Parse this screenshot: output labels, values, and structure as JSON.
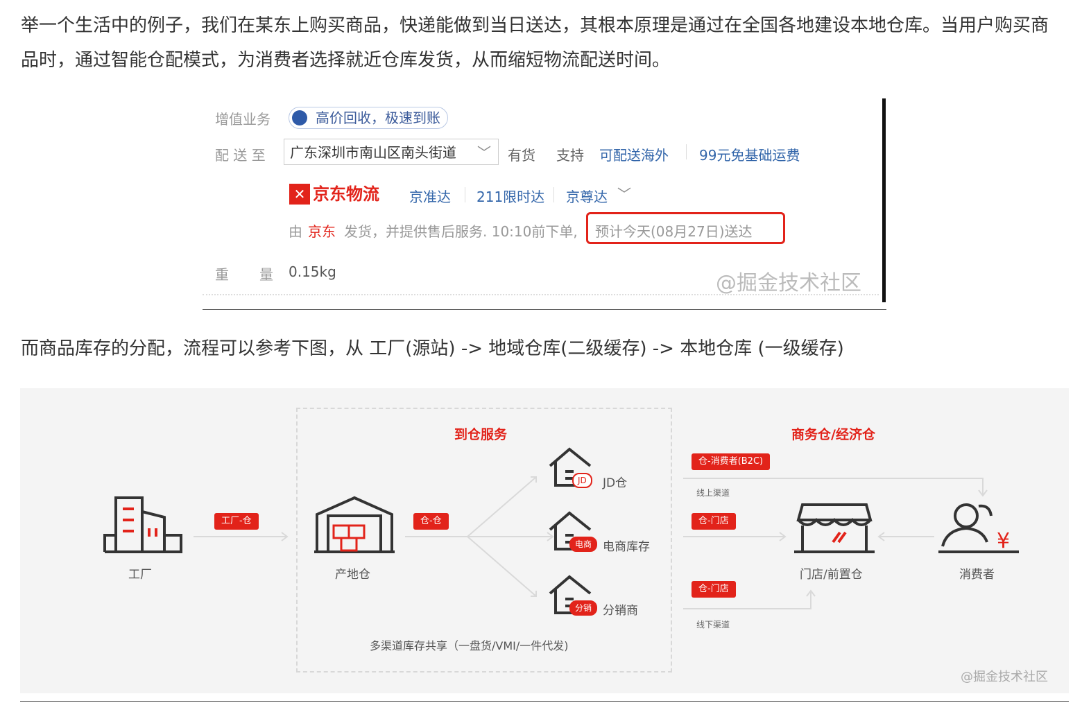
{
  "paragraphs": {
    "p1": "举一个生活中的例子，我们在某东上购买商品，快递能做到当日送达，其根本原理是通过在全国各地建设本地仓库。当用户购买商品时，通过智能仓配模式，为消费者选择就近仓库发货，从而缩短物流配送时间。",
    "p2": "而商品库存的分配，流程可以参考下图，从 工厂(源站) -> 地域仓库(二级缓存) -> 本地仓库 (一级缓存)"
  },
  "jd_panel": {
    "value_added_label": "增值业务",
    "value_added_pill": "高价回收，极速到账",
    "deliver_to_label": "配 送 至",
    "address": "广东深圳市南山区南头街道",
    "stock": "有货",
    "support_label": "支持",
    "overseas": "可配送海外",
    "free_shipping": "99元免基础运费",
    "logistics_brand": "京东物流",
    "services": [
      "京准达",
      "211限时达",
      "京尊达"
    ],
    "ship_from_prefix": "由",
    "ship_from_seller": "京东",
    "ship_from_text": "发货，并提供售后服务. 10:10前下单,",
    "estimate": "预计今天(08月27日)送达",
    "weight_label_1": "重",
    "weight_label_2": "量",
    "weight_value": "0.15kg",
    "watermark": "@掘金技术社区"
  },
  "diagram": {
    "section_warehouse_service": "到仓服务",
    "section_business_warehouse": "商务仓/经济仓",
    "factory_label": "工厂",
    "origin_warehouse_label": "产地仓",
    "tag_factory_to_warehouse": "工厂-仓",
    "tag_warehouse_to_warehouse": "仓-仓",
    "branches": [
      {
        "badge": "JD",
        "label": "JD仓"
      },
      {
        "badge": "电商",
        "label": "电商库存"
      },
      {
        "badge": "分销",
        "label": "分销商"
      }
    ],
    "multichannel_note": "多渠道库存共享（一盘货/VMI/一件代发)",
    "tag_b2c": "仓-消费者(B2C)",
    "online_channel": "线上渠道",
    "tag_store_1": "仓-门店",
    "tag_store_2": "仓-门店",
    "offline_channel": "线下渠道",
    "store_label": "门店/前置仓",
    "consumer_label": "消费者",
    "watermark": "@掘金技术社区"
  },
  "colors": {
    "accent": "#e2231a",
    "link_blue": "#3366aa"
  }
}
